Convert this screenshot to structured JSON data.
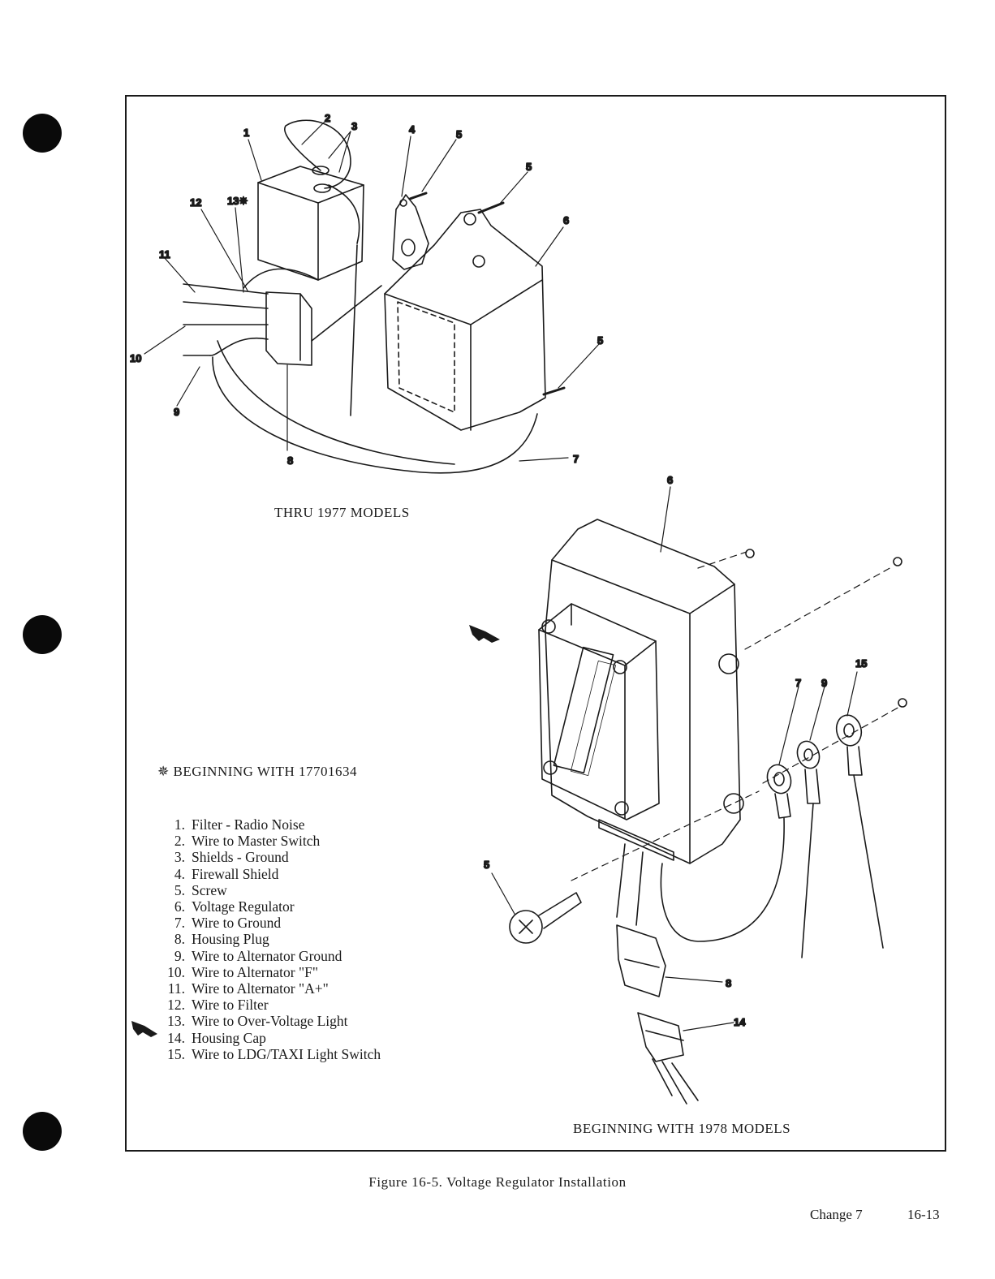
{
  "figure": {
    "caption": "Figure 16-5.   Voltage Regulator Installation",
    "old_models_label": "THRU 1977 MODELS",
    "new_models_label": "BEGINNING WITH 1978 MODELS",
    "star_note": "BEGINNING WITH 17701634",
    "star_icon": "✵"
  },
  "callouts": {
    "top": [
      "1",
      "2",
      "3",
      "4",
      "5",
      "5",
      "6",
      "13✵",
      "12",
      "11",
      "10",
      "9",
      "8",
      "5",
      "7"
    ],
    "bottom": [
      "6",
      "15",
      "7",
      "9",
      "5",
      "8",
      "14"
    ]
  },
  "legend": [
    {
      "num": "1.",
      "text": "Filter - Radio Noise"
    },
    {
      "num": "2.",
      "text": "Wire to Master Switch"
    },
    {
      "num": "3.",
      "text": "Shields - Ground"
    },
    {
      "num": "4.",
      "text": "Firewall Shield"
    },
    {
      "num": "5.",
      "text": "Screw"
    },
    {
      "num": "6.",
      "text": "Voltage Regulator"
    },
    {
      "num": "7.",
      "text": "Wire to Ground"
    },
    {
      "num": "8.",
      "text": "Housing Plug"
    },
    {
      "num": "9.",
      "text": "Wire to Alternator Ground"
    },
    {
      "num": "10.",
      "text": "Wire to Alternator \"F\""
    },
    {
      "num": "11.",
      "text": "Wire to Alternator \"A+\""
    },
    {
      "num": "12.",
      "text": "Wire to Filter"
    },
    {
      "num": "13.",
      "text": "Wire to Over-Voltage Light"
    },
    {
      "num": "14.",
      "text": "Housing Cap"
    },
    {
      "num": "15.",
      "text": "Wire to LDG/TAXI Light Switch"
    }
  ],
  "footer": {
    "change": "Change 7",
    "page": "16-13"
  }
}
